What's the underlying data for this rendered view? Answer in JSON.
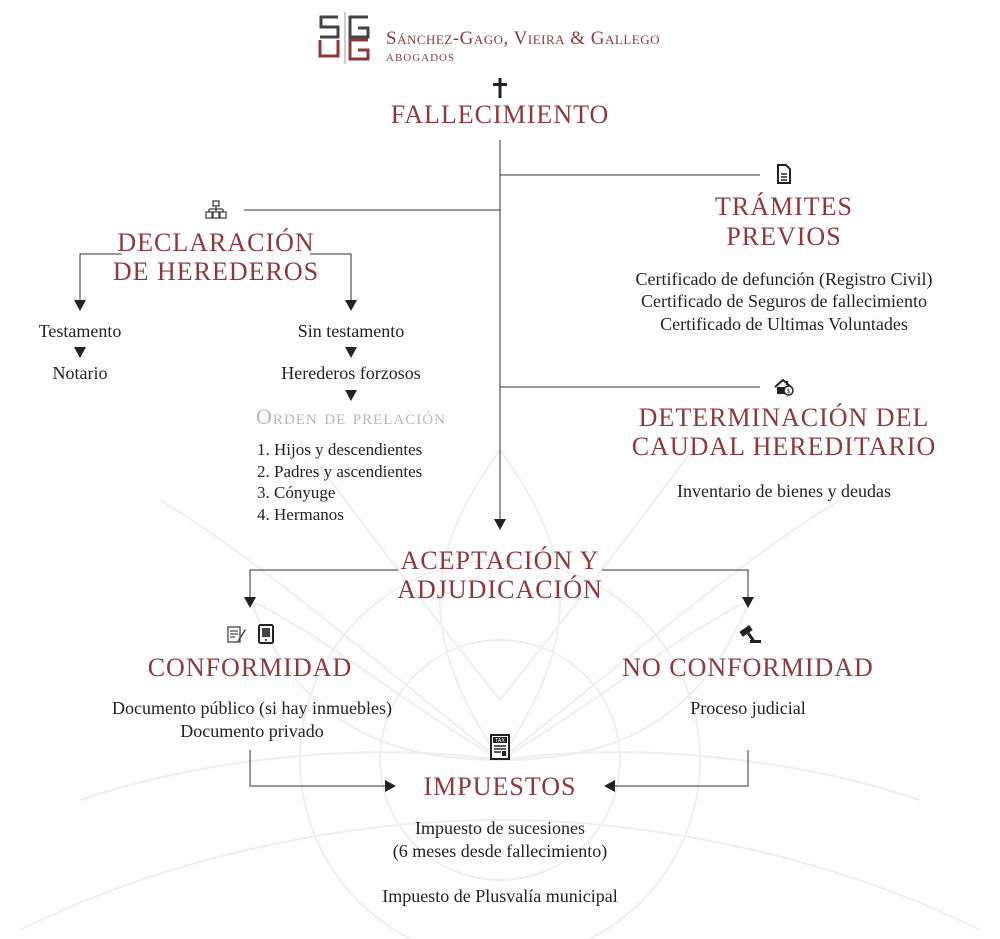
{
  "brand": {
    "name": "Sánchez-Gago, Vieira & Gallego",
    "subtitle": "ABOGADOS"
  },
  "root": {
    "title": "FALLECIMIENTO"
  },
  "tramites": {
    "title_line1": "TRÁMITES",
    "title_line2": "PREVIOS",
    "items": [
      "Certificado de defunción (Registro Civil)",
      "Certificado de Seguros de fallecimiento",
      "Certificado de Ultimas Voluntades"
    ]
  },
  "declaracion": {
    "title_line1": "DECLARACIÓN",
    "title_line2": "DE HEREDEROS",
    "left": {
      "step1": "Testamento",
      "step2": "Notario"
    },
    "right": {
      "step1": "Sin testamento",
      "step2": "Herederos forzosos"
    },
    "orden": {
      "title": "Orden de prelación",
      "items": [
        "1. Hijos y descendientes",
        "2. Padres y ascendientes",
        "3. Cónyuge",
        "4. Hermanos"
      ]
    }
  },
  "caudal": {
    "title_line1": "DETERMINACIÓN DEL",
    "title_line2": "CAUDAL HEREDITARIO",
    "text": "Inventario de bienes y deudas"
  },
  "aceptacion": {
    "title_line1": "ACEPTACIÓN Y",
    "title_line2": "ADJUDICACIÓN"
  },
  "conformidad": {
    "title": "CONFORMIDAD",
    "items": [
      "Documento público (si hay inmuebles)",
      "Documento privado"
    ]
  },
  "no_conformidad": {
    "title": "NO CONFORMIDAD",
    "text": "Proceso judicial"
  },
  "impuestos": {
    "title": "IMPUESTOS",
    "line1": "Impuesto de sucesiones",
    "line2": "(6 meses desde fallecimiento)",
    "line3": "Impuesto de Plusvalía municipal",
    "icon_label": "TAX"
  },
  "colors": {
    "accent": "#8a3a3d",
    "line": "#333333",
    "muted": "#b8b8b8",
    "watermark": "#f1f1f1"
  },
  "icons": [
    "logo-monogram",
    "cross-icon",
    "document-icon",
    "org-chart-icon",
    "house-money-icon",
    "contract-sign-icon",
    "tablet-icon",
    "gavel-icon",
    "tax-document-icon"
  ]
}
